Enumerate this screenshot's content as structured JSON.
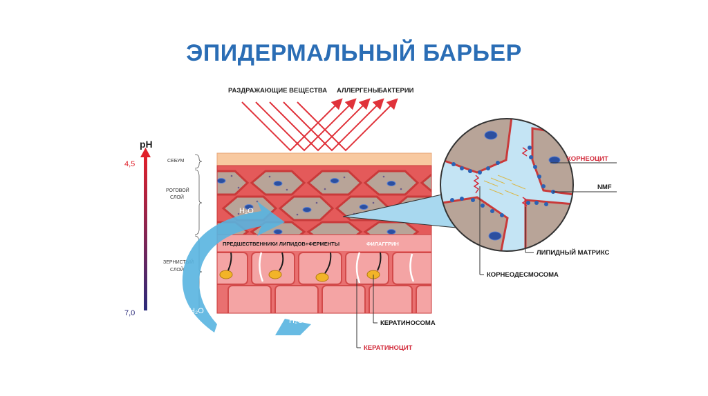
{
  "title": "ЭПИДЕРМАЛЬНЫЙ БАРЬЕР",
  "top_labels": {
    "irritants": "РАЗДРАЖАЮЩИЕ ВЕЩЕСТВА",
    "allergens": "АЛЛЕРГЕНЫ",
    "bacteria": "БАКТЕРИИ"
  },
  "ph": {
    "label": "pH",
    "top_value": "4,5",
    "bottom_value": "7,0"
  },
  "layers": {
    "sebum": "СЕБУМ",
    "stratum_corneum_1": "РОГОВОЙ",
    "stratum_corneum_2": "СЛОЙ",
    "granular_1": "ЗЕРНИСТЫЙ",
    "granular_2": "СЛОЙ"
  },
  "water": {
    "h2o_1": "H₂O",
    "h2o_2": "H₂O",
    "h2o_3": "H₂O"
  },
  "inner_labels": {
    "lipid_precursors": "ПРЕДШЕСТВЕННИКИ ЛИПИДОВ+ФЕРМЕНТЫ",
    "filaggrin": "ФИЛАГГРИН"
  },
  "callouts": {
    "corneocyte": "КОРНЕОЦИТ",
    "nmf": "NMF",
    "lipid_matrix": "ЛИПИДНЫЙ МАТРИКС",
    "corneodesmosome": "КОРНЕОДЕСМОСОМА",
    "keratinosome": "КЕРАТИНОСОМА",
    "keratinocyte": "КЕРАТИНОЦИТ"
  },
  "colors": {
    "title": "#2a6db5",
    "red": "#e0323a",
    "sebum": "#f8c9a0",
    "corneum_fill": "#b8a498",
    "granular": "#f0a0a0",
    "water_arrow": "#58b4e0",
    "callout_red": "#d22a3a"
  }
}
